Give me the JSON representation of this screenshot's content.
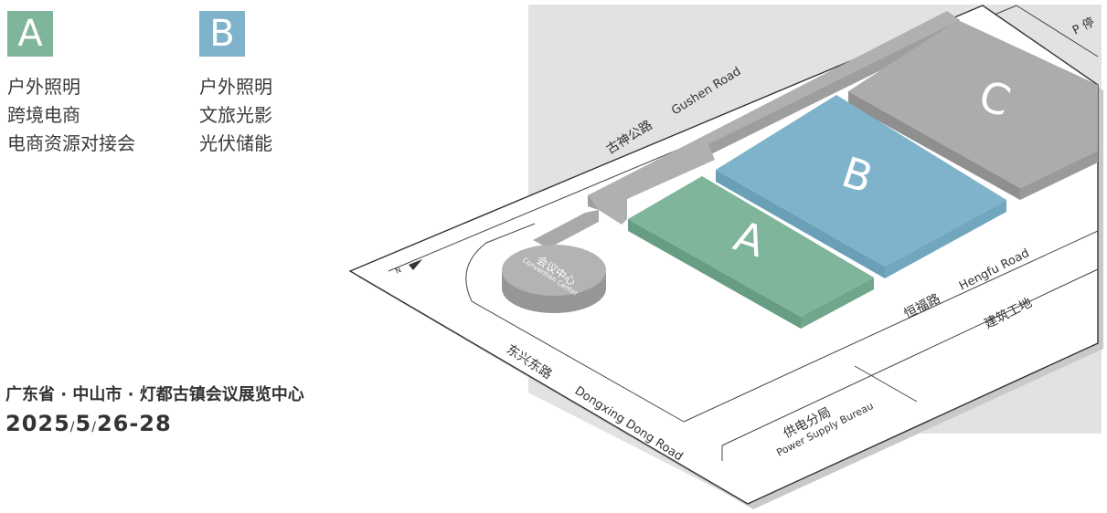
{
  "halls": [
    {
      "letter": "A",
      "color": "#7fb59a",
      "topics": [
        "户外照明",
        "跨境电商",
        "电商资源对接会"
      ]
    },
    {
      "letter": "B",
      "color": "#7fb3cc",
      "topics": [
        "户外照明",
        "文旅光影",
        "光伏储能"
      ]
    }
  ],
  "venue": "广东省 · 中山市 · 灯都古镇会议展览中心",
  "dates": {
    "year": "2025",
    "month": "5",
    "days": "26-28",
    "separator": "/"
  },
  "map": {
    "compass": "N",
    "halls": {
      "a": "A",
      "b": "B",
      "c": "C"
    },
    "convention_center": {
      "name_cn": "会议中心",
      "name_en": "Convention Center"
    },
    "roads": {
      "gushen_cn": "古神公路",
      "gushen_en": "Gushen Road",
      "dongxing_cn": "东兴东路",
      "dongxing_en": "Dongxing Dong Road",
      "hengfu_cn": "恒福路",
      "hengfu_en": "Hengfu Road"
    },
    "power_bureau": {
      "name_cn": "供电分局",
      "name_en": "Power Supply Bureau"
    },
    "construction_site": "建筑工地",
    "parking": "P 停",
    "colors": {
      "hall_a": "#7fb59a",
      "hall_b": "#7fb3cc",
      "hall_c": "#a7a7a7",
      "building_gray": "#a9a9a9",
      "shadow": "#dcdcdc"
    }
  }
}
